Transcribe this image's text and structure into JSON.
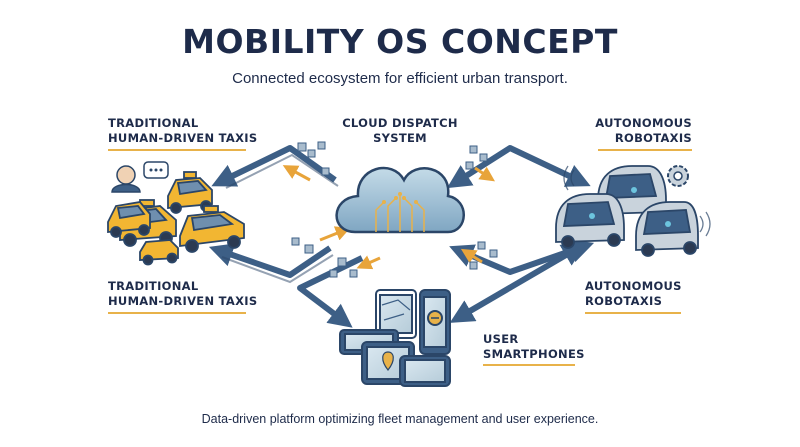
{
  "header": {
    "title": "MOBILITY OS CONCEPT",
    "subtitle": "Connected ecosystem for efficient urban transport."
  },
  "nodes": {
    "taxis_top": {
      "line1": "TRADITIONAL",
      "line2": "HUMAN-DRIVEN TAXIS"
    },
    "taxis_bottom": {
      "line1": "TRADITIONAL",
      "line2": "HUMAN-DRIVEN TAXIS"
    },
    "cloud": {
      "line1": "CLOUD DISPATCH",
      "line2": "SYSTEM"
    },
    "robotaxis_top": {
      "line1": "AUTONOMOUS",
      "line2": "ROBOTAXIS"
    },
    "robotaxis_bottom": {
      "line1": "AUTONOMOUS",
      "line2": "ROBOTAXIS"
    },
    "smartphones": {
      "line1": "USER",
      "line2": "SMARTPHONES"
    }
  },
  "footer": {
    "text": "Data-driven platform optimizing fleet management and user experience."
  },
  "colors": {
    "navy": "#1e2b4a",
    "accent": "#e8b24a",
    "arrow_blue": "#3d5f86",
    "taxi_yellow": "#f2b632",
    "robotaxi_gray": "#c9d3dc",
    "cloud_blue": "#9fc2d8"
  }
}
